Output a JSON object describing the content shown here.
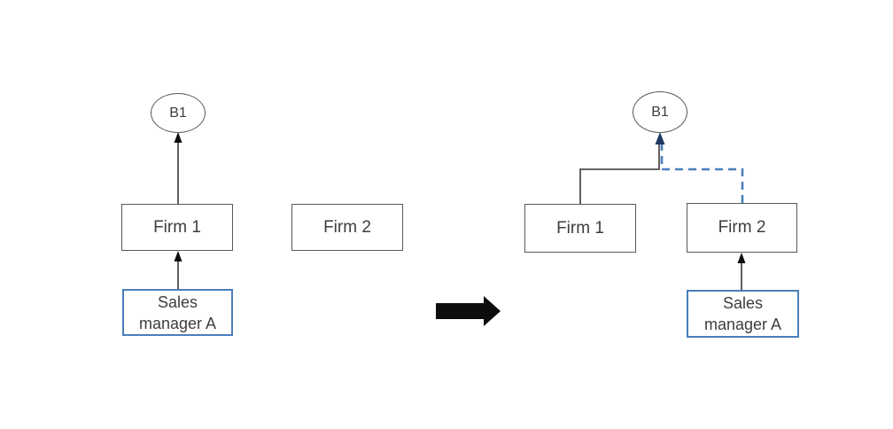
{
  "colors": {
    "line": "#4f4f4f",
    "box_border": "#595959",
    "text": "#3d3d3d",
    "blue": "#4a7ebb",
    "navy": "#1f3864",
    "black": "#0d0d0d",
    "bg": "#ffffff"
  },
  "left_panel": {
    "b1": "B1",
    "firm1": "Firm 1",
    "firm2": "Firm 2",
    "sales": "Sales\nmanager A"
  },
  "right_panel": {
    "b1": "B1",
    "firm1": "Firm 1",
    "firm2": "Firm 2",
    "sales": "Sales\nmanager A"
  },
  "icons": {
    "transition_arrow": "right-arrow"
  }
}
